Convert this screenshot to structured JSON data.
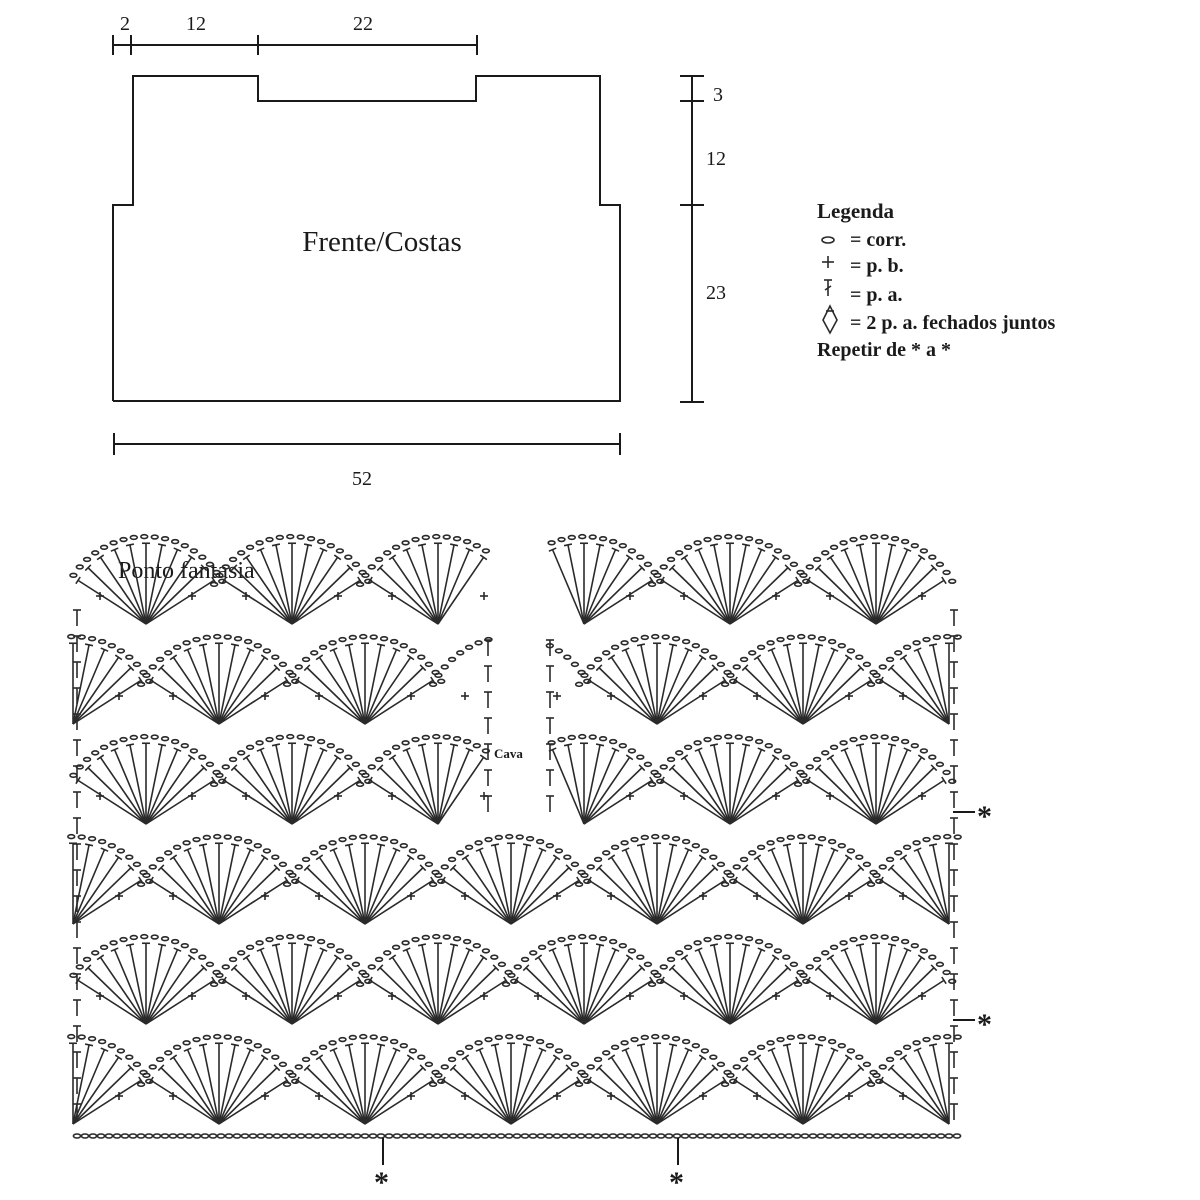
{
  "schematic": {
    "piece_label": "Frente/Costas",
    "top_dims": [
      "2",
      "12",
      "22"
    ],
    "right_dims": [
      "3",
      "12",
      "23"
    ],
    "bottom_dim": "52"
  },
  "legend": {
    "title": "Legenda",
    "items": [
      {
        "icon": "chain-oval-icon",
        "text": "= corr."
      },
      {
        "icon": "single-crochet-cross-icon",
        "text": "= p. b."
      },
      {
        "icon": "double-crochet-icon",
        "text": "= p. a."
      },
      {
        "icon": "dc2tog-icon",
        "text": "= 2 p. a. fechados juntos"
      }
    ],
    "repeat_note": "Repetir de * a *"
  },
  "stitch_chart": {
    "title": "Ponto fantasia",
    "armhole_label": "Cava",
    "repeat_marker": "*"
  }
}
